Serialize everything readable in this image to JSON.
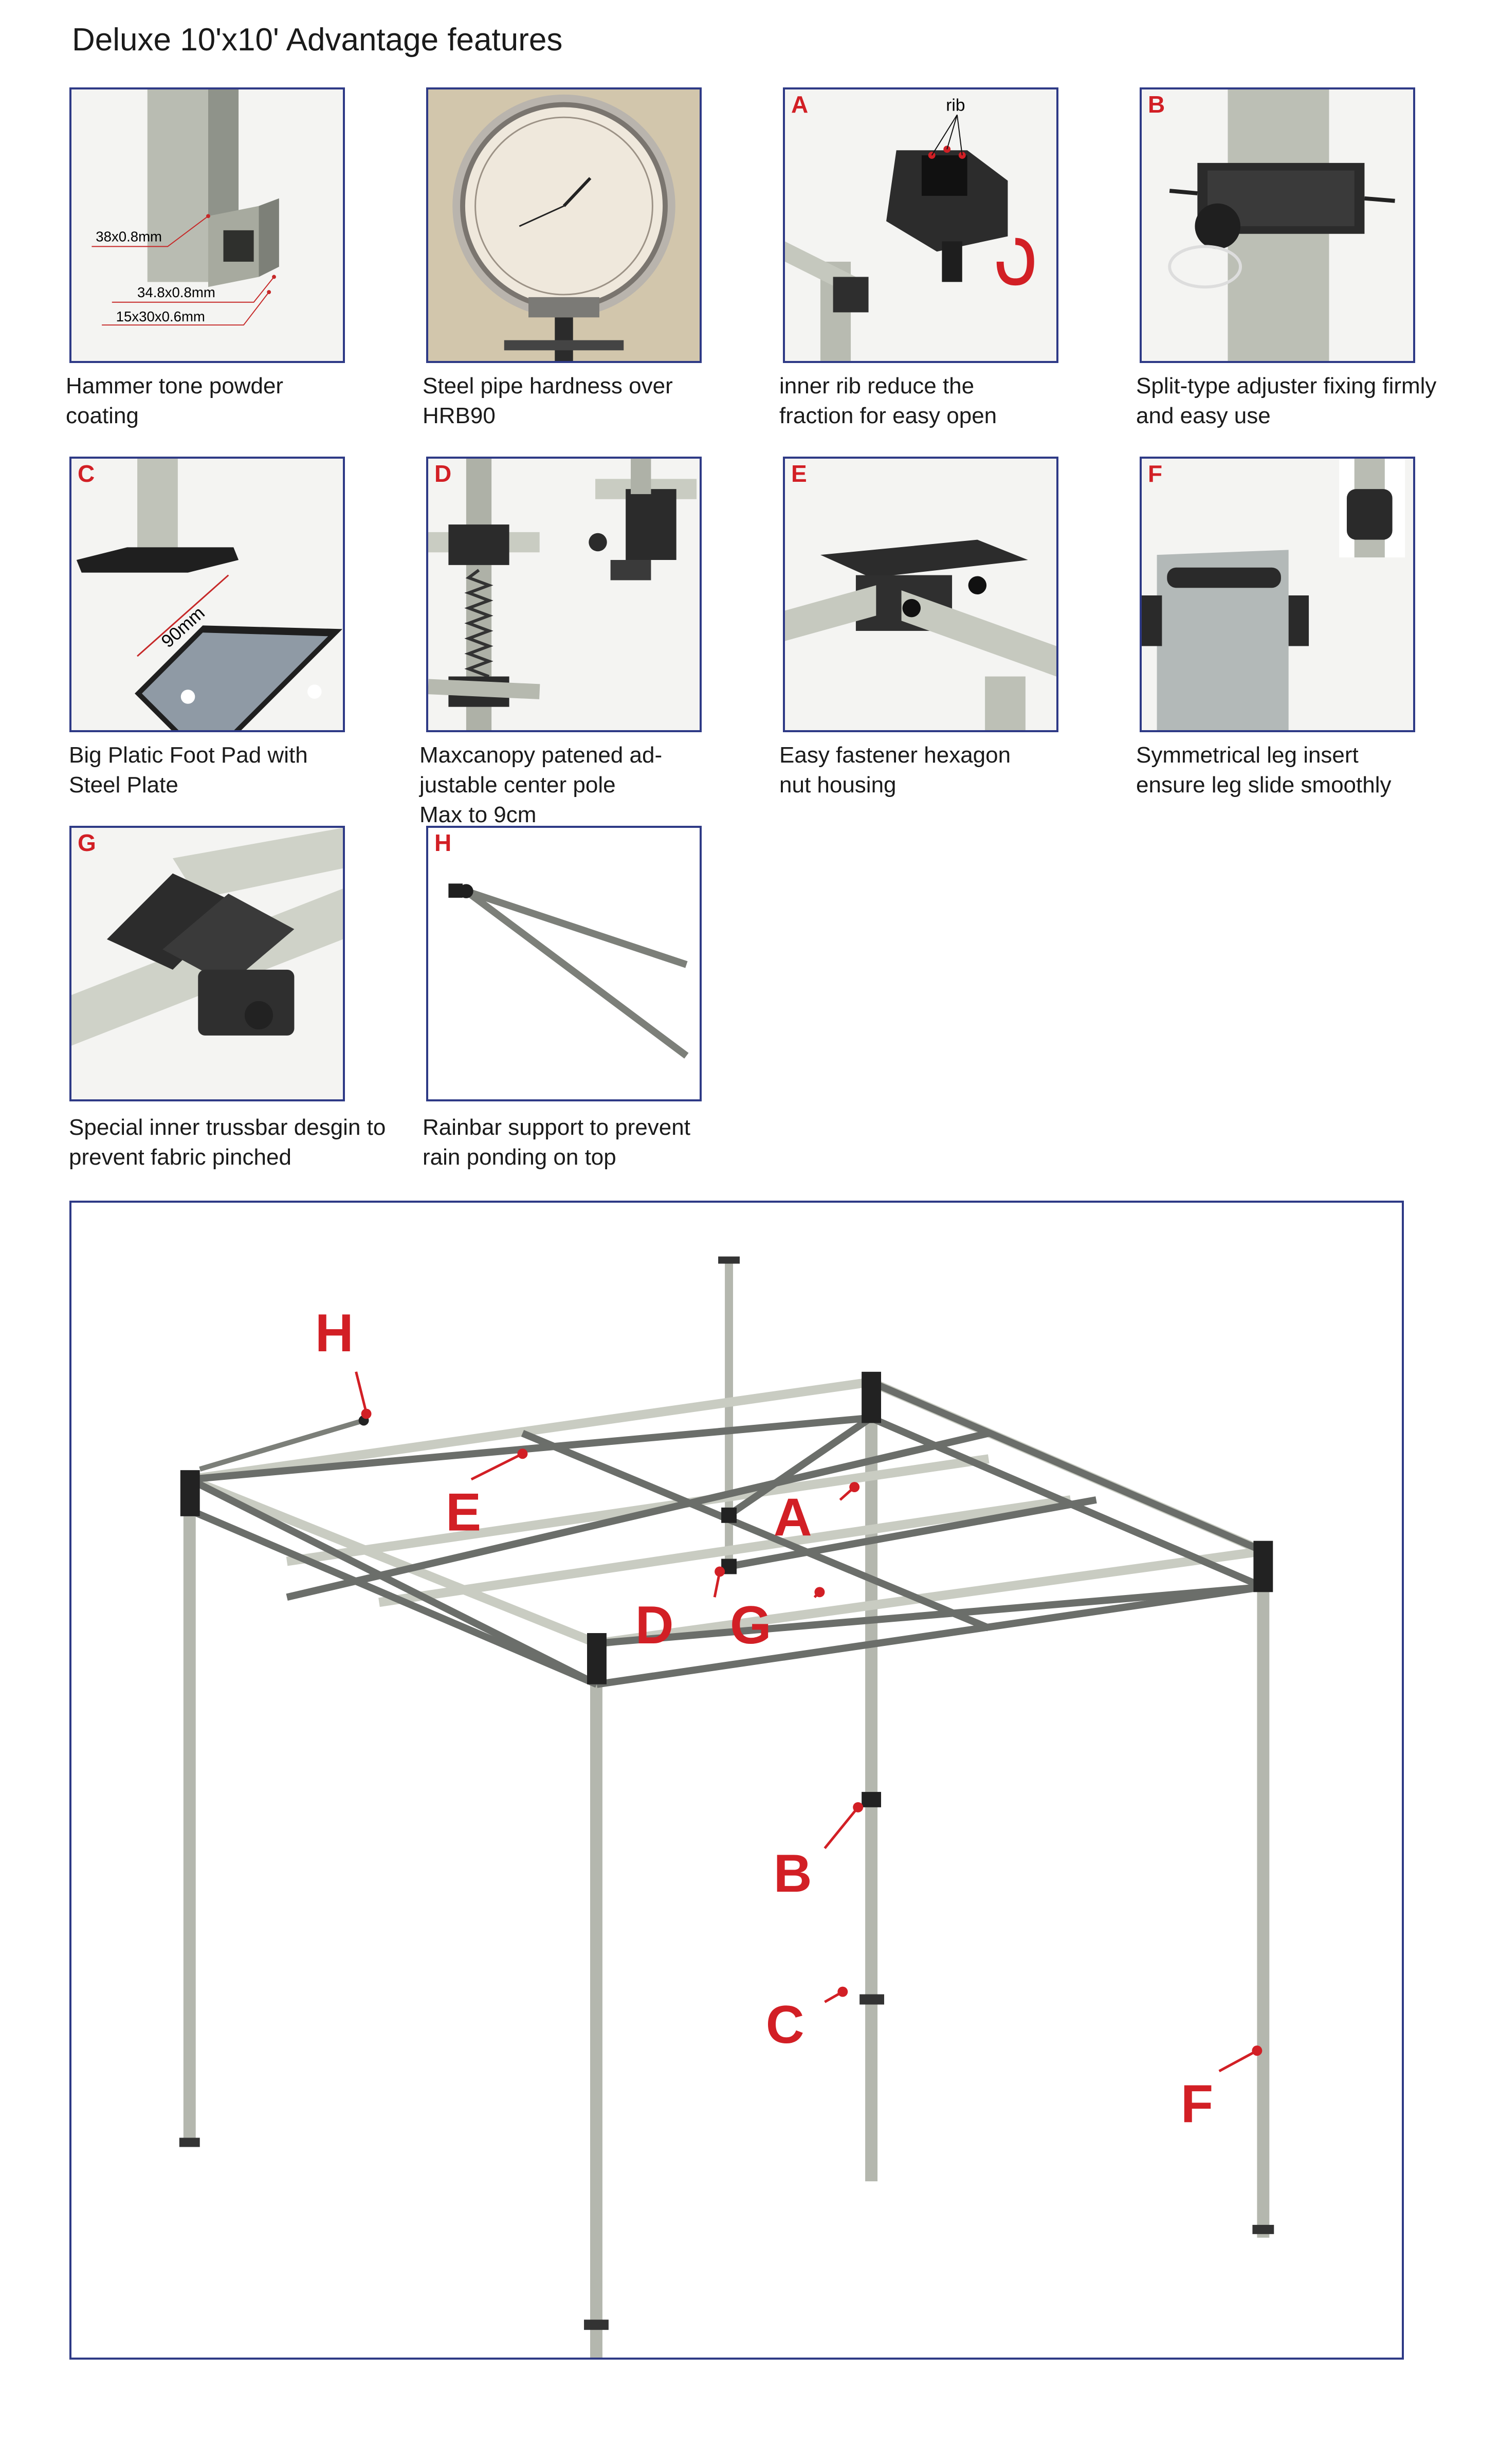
{
  "page_title": "Deluxe 10'x10' Advantage features",
  "features": [
    {
      "letter": "",
      "caption": "Hammer tone powder\ncoating",
      "labels": [
        "38x0.8mm",
        "34.8x0.8mm",
        "15x30x0.6mm"
      ]
    },
    {
      "letter": "",
      "caption": "Steel pipe hardness over\nHRB90"
    },
    {
      "letter": "A",
      "caption": "inner rib reduce the\nfraction  for easy open",
      "labels": [
        "rib"
      ]
    },
    {
      "letter": "B",
      "caption": "Split-type adjuster fixing firmly\nand easy use"
    },
    {
      "letter": "C",
      "caption": "Big Platic Foot Pad with\nSteel Plate",
      "labels": [
        "90mm"
      ]
    },
    {
      "letter": "D",
      "caption": "Maxcanopy patened ad-\njustable center pole\nMax to 9cm"
    },
    {
      "letter": "E",
      "caption": "Easy fastener  hexagon\nnut housing"
    },
    {
      "letter": "F",
      "caption": "Symmetrical leg insert\nensure leg slide smoothly"
    },
    {
      "letter": "G",
      "caption": "Special inner trussbar desgin to\nprevent fabric pinched"
    },
    {
      "letter": "H",
      "caption": "Rainbar support to prevent\nrain ponding on top"
    }
  ],
  "callouts": [
    "H",
    "E",
    "A",
    "D",
    "G",
    "B",
    "C",
    "F"
  ],
  "colors": {
    "border": "#2e3a86",
    "accent": "#d21f25",
    "frame_light": "#c9ccc2",
    "frame_dark": "#6b6e6a"
  }
}
